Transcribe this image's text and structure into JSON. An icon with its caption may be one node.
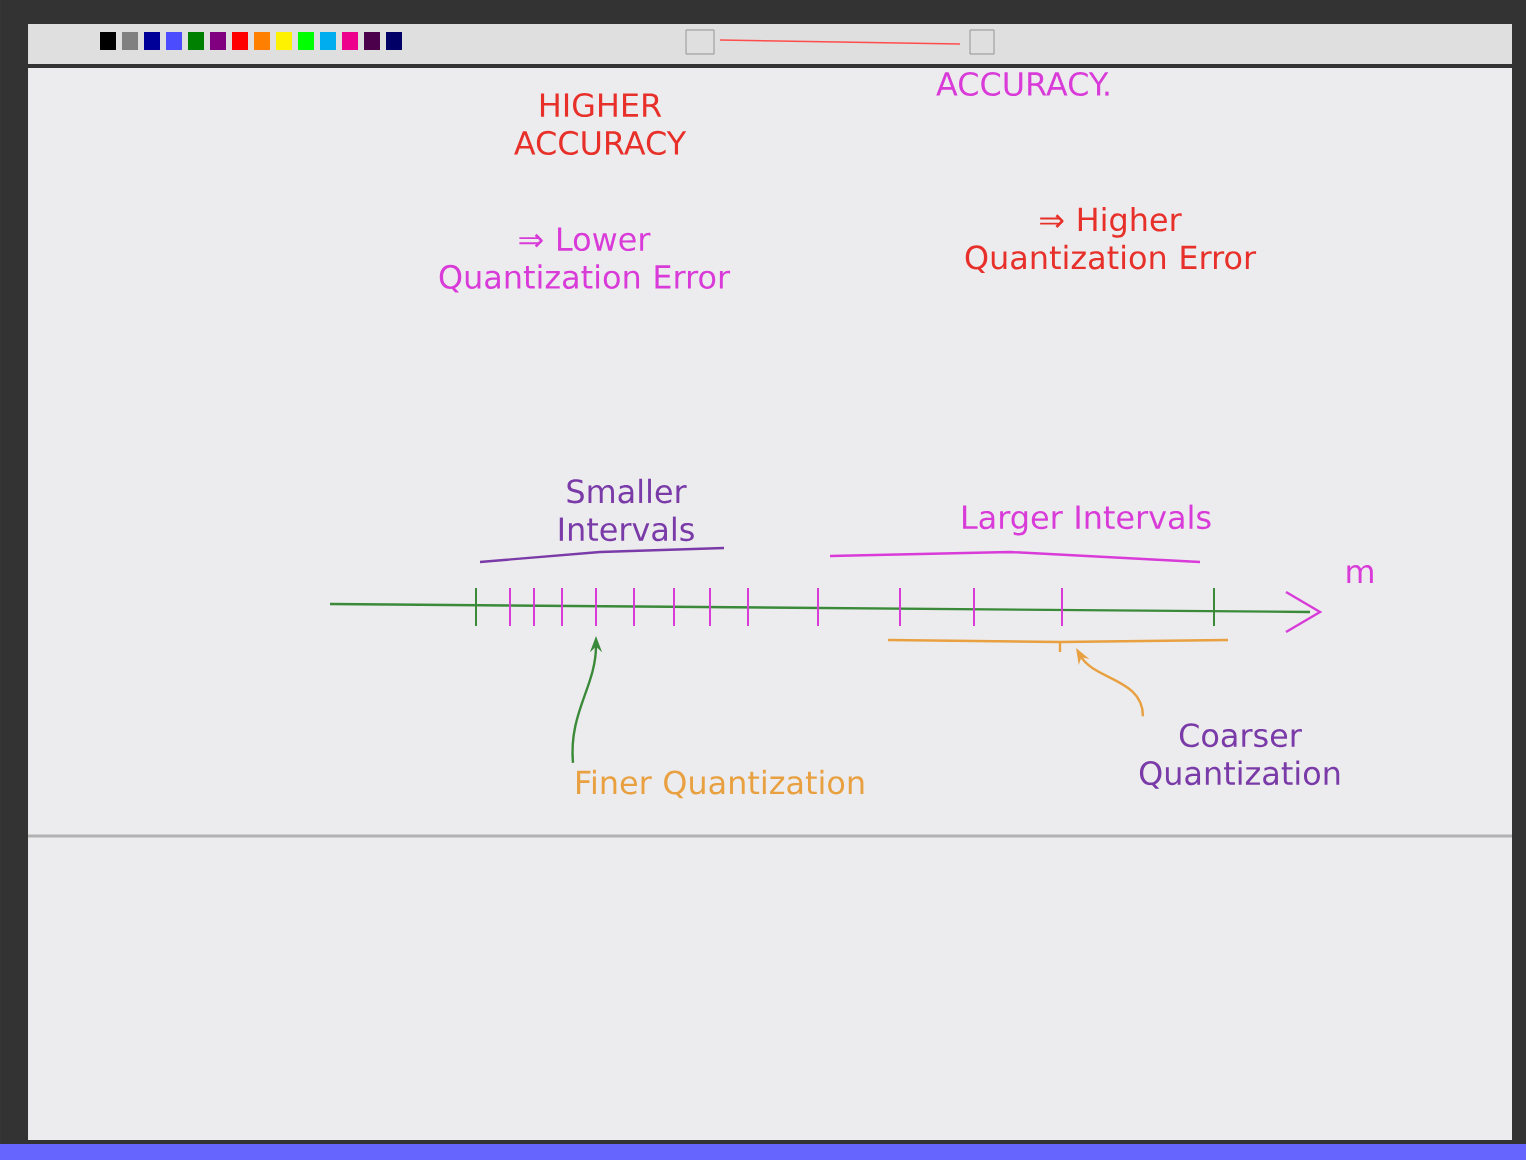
{
  "diagram": {
    "nodes": [
      {
        "text": [
          "Finer Quantization"
        ]
      },
      {
        "text": [
          "Coarser Quantization"
        ]
      }
    ],
    "edges": [
      {
        "from": 0,
        "to": null,
        "arrow": "to",
        "color": "#3a8a3a"
      },
      {
        "from": 1,
        "to": null,
        "arrow": "to",
        "color": "#e8a040"
      }
    ],
    "labels": [
      "HIGHER ACCURACY",
      "⇒ Lower Quantization Error",
      "ACCURACY.",
      "⇒ Higher Quantization Error",
      "Smaller Intervals",
      "Larger Intervals",
      "m"
    ]
  }
}
